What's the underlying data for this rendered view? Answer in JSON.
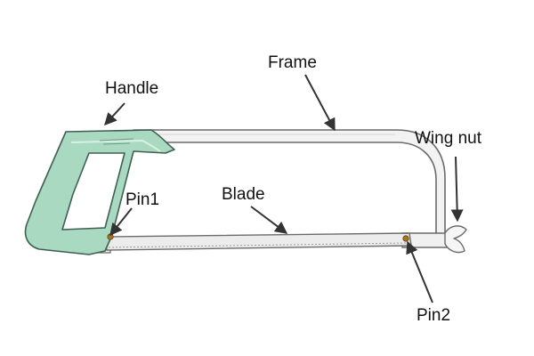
{
  "labels": {
    "handle": "Handle",
    "frame": "Frame",
    "wing_nut": "Wing nut",
    "pin1": "Pin1",
    "blade": "Blade",
    "pin2": "Pin2"
  },
  "colors": {
    "handle_fill": "#a9d9c0",
    "handle_stroke": "#3f5f52",
    "frame_fill": "#f3f3f3",
    "frame_stroke": "#6b6b6b",
    "blade_fill": "#ececec",
    "pin": "#a8741c",
    "arrow": "#333333"
  }
}
